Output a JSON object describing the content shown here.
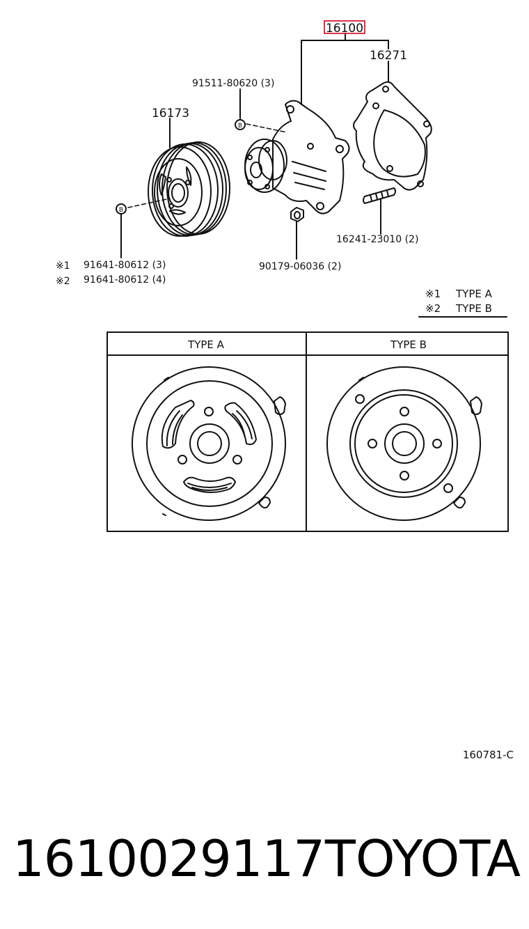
{
  "assembly_callout": {
    "part_no": "16100",
    "highlight_color": "#d0021b"
  },
  "callouts": {
    "gasket": "16271",
    "bolt_upper": "91511-80620 (3)",
    "pulley": "16173",
    "stud": "16241-23010 (2)",
    "nut": "90179-06036 (2)",
    "bolt_type_a": "91641-80612 (3)",
    "bolt_type_b": "91641-80612 (4)",
    "mark_1": "※1",
    "mark_2": "※2",
    "bolt_marker": "B"
  },
  "legend": {
    "mark_1": "※1",
    "type_a": "TYPE A",
    "mark_2": "※2",
    "type_b": "TYPE B"
  },
  "detail_table": {
    "header_a": "TYPE A",
    "header_b": "TYPE B"
  },
  "figure_code": "160781-C",
  "footer": {
    "part_number": "1610029117",
    "brand": "TOYOTA"
  }
}
